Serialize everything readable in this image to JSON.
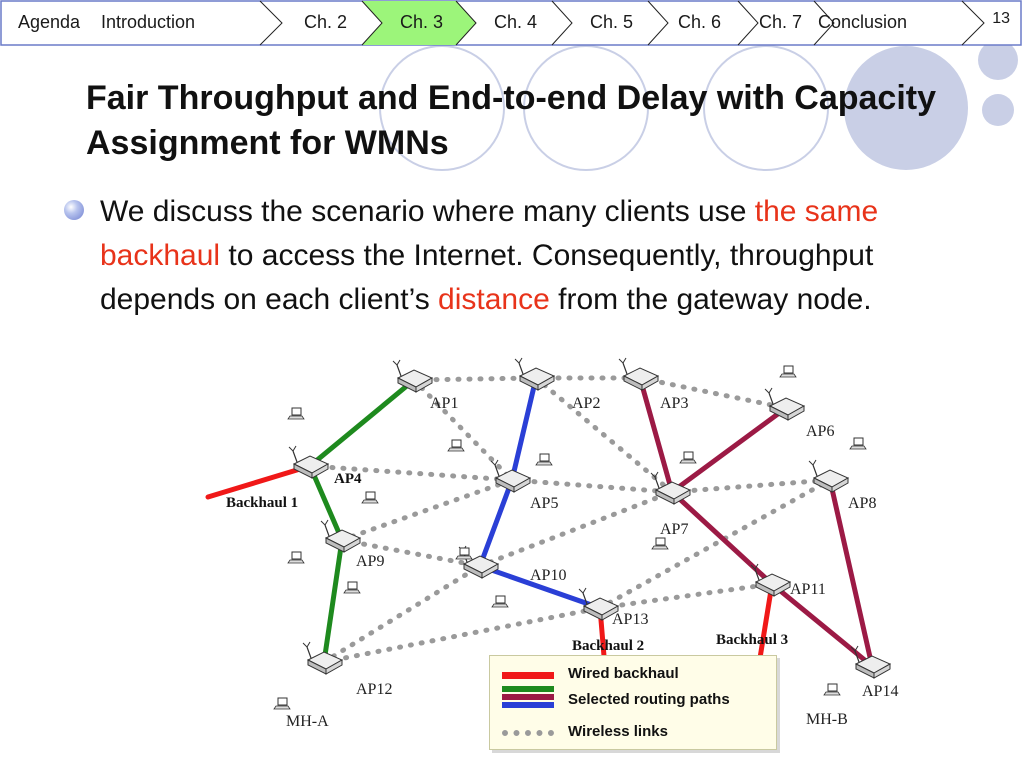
{
  "nav": {
    "items": [
      "Agenda",
      "Introduction",
      "Ch. 2",
      "Ch. 3",
      "Ch. 4",
      "Ch. 5",
      "Ch. 6",
      "Ch. 7",
      "Conclusion"
    ],
    "active": "Ch. 3",
    "active_color": "#9cf57a",
    "page_number": "13"
  },
  "slide": {
    "title": "Fair Throughput and End-to-end Delay with Capacity Assignment for WMNs",
    "bullet": {
      "t1": "We discuss the scenario where many clients use ",
      "h1": "the same backhaul",
      "t2": " to access the Internet. Consequently, throughput depends on each client’s ",
      "h2": "distance",
      "t3": " from the gateway node."
    }
  },
  "diagram": {
    "nodes": {
      "ap1": "AP1",
      "ap2": "AP2",
      "ap3": "AP3",
      "ap4": "AP4",
      "ap5": "AP5",
      "ap6": "AP6",
      "ap7": "AP7",
      "ap8": "AP8",
      "ap9": "AP9",
      "ap10": "AP10",
      "ap11": "AP11",
      "ap12": "AP12",
      "ap13": "AP13",
      "ap14": "AP14"
    },
    "backhauls": {
      "b1": "Backhaul 1",
      "b2": "Backhaul 2",
      "b3": "Backhaul 3"
    },
    "clients": {
      "mha": "MH-A",
      "mhb": "MH-B"
    },
    "colors": {
      "wired": "#f01818",
      "green": "#1e8a1e",
      "maroon": "#9c1a45",
      "blue": "#2a3fd6",
      "wireless": "#9a9a9a"
    }
  },
  "legend": {
    "wired": "Wired backhaul",
    "selected": "Selected routing paths",
    "wireless": "Wireless links"
  }
}
